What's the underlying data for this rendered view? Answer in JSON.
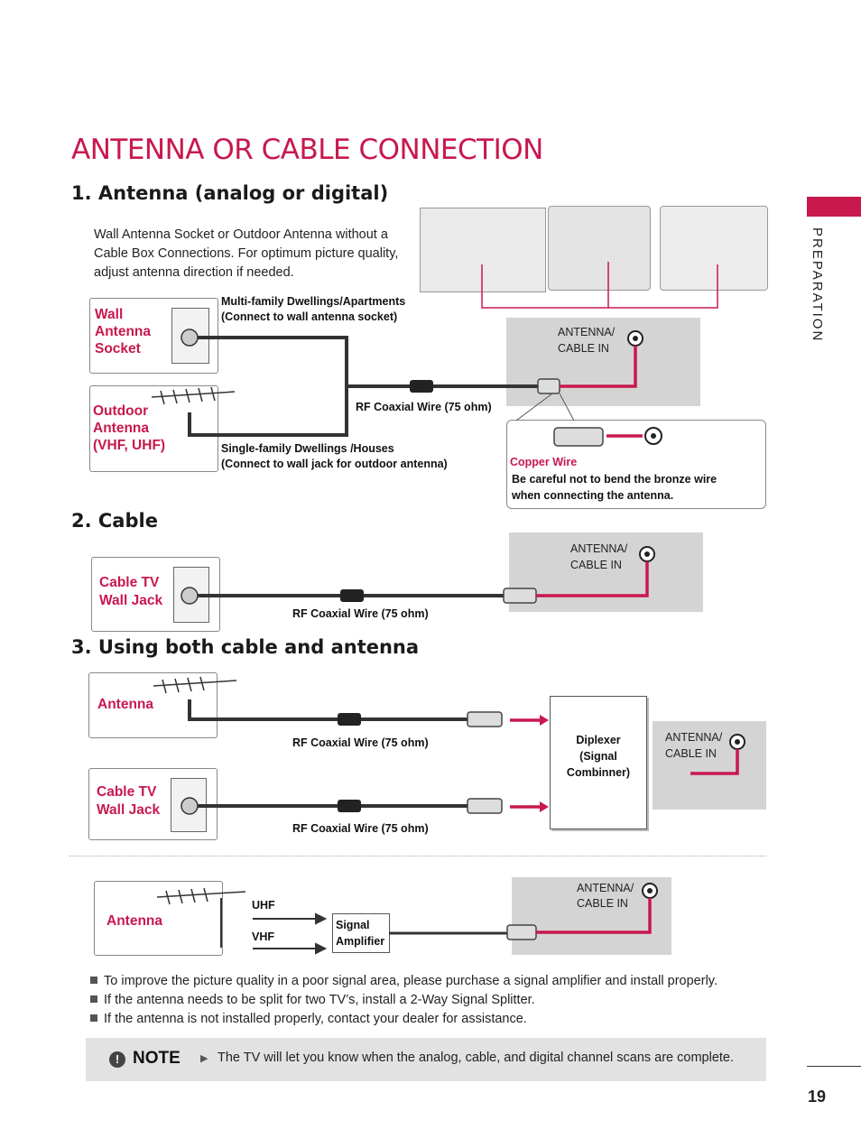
{
  "title": "ANTENNA OR CABLE CONNECTION",
  "side_tab": "PREPARATION",
  "section1": {
    "heading": "1. Antenna (analog or digital)",
    "intro": "Wall Antenna Socket or Outdoor Antenna without a Cable Box Connections. For optimum picture quality, adjust antenna direction if needed.",
    "wall_label": "Wall Antenna Socket",
    "outdoor_label": "Outdoor Antenna (VHF, UHF)",
    "multi_family_1": "Multi-family Dwellings/Apartments",
    "multi_family_2": "(Connect to wall antenna socket)",
    "single_family_1": "Single-family Dwellings /Houses",
    "single_family_2": "(Connect to wall jack for outdoor antenna)",
    "coax": "RF Coaxial Wire (75 ohm)",
    "port_1": "ANTENNA/",
    "port_2": "CABLE IN",
    "copper_wire": "Copper Wire",
    "copper_note_1": "Be careful not to bend the bronze wire",
    "copper_note_2": "when connecting the antenna."
  },
  "section2": {
    "heading": "2. Cable",
    "jack_label_1": "Cable TV",
    "jack_label_2": "Wall Jack",
    "coax": "RF Coaxial Wire (75 ohm)",
    "port_1": "ANTENNA/",
    "port_2": "CABLE IN"
  },
  "section3": {
    "heading": "3. Using both cable and antenna",
    "antenna_label": "Antenna",
    "jack_label_1": "Cable TV",
    "jack_label_2": "Wall Jack",
    "coax_1": "RF Coaxial Wire (75 ohm)",
    "coax_2": "RF Coaxial Wire (75 ohm)",
    "diplexer_1": "Diplexer",
    "diplexer_2": "(Signal",
    "diplexer_3": "Combinner)",
    "port_1": "ANTENNA/",
    "port_2": "CABLE IN"
  },
  "section4": {
    "antenna_label": "Antenna",
    "uhf": "UHF",
    "vhf": "VHF",
    "amp_1": "Signal",
    "amp_2": "Amplifier",
    "port_1": "ANTENNA/",
    "port_2": "CABLE IN"
  },
  "bullets": [
    "To improve the picture quality in a poor signal area, please purchase a signal amplifier and install properly.",
    "If the antenna needs to be split for two TV’s, install a 2-Way Signal Splitter.",
    "If the antenna is not installed properly, contact your dealer for assistance."
  ],
  "note": {
    "label": "NOTE",
    "text": "The TV will let you know when the analog, cable, and digital channel scans are complete."
  },
  "page_number": "19",
  "colors": {
    "accent": "#c8184e",
    "panel": "#d4d4d4",
    "note_bg": "#e2e2e2"
  }
}
